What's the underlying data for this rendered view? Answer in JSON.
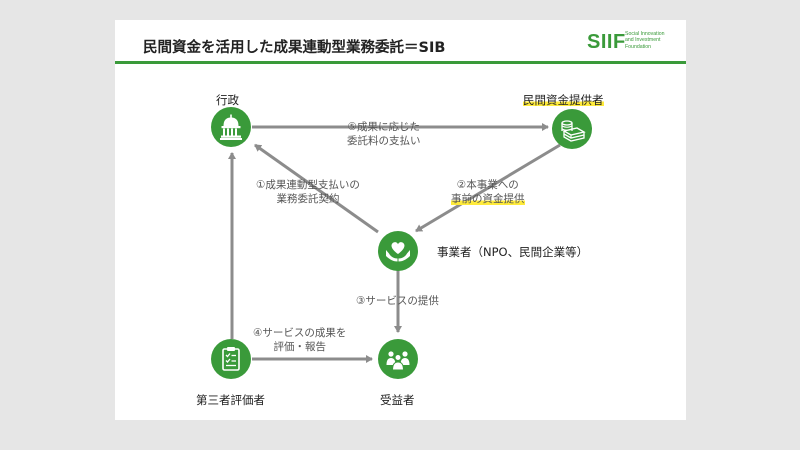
{
  "title": "民間資金を活用した成果連動型業務委託＝SIB",
  "logo": {
    "mark": "SIIF",
    "lines": [
      "Social Innovation",
      "and Investment",
      "Foundation"
    ]
  },
  "nodes": {
    "government": {
      "label": "行政",
      "icon": "government-building-icon"
    },
    "funder": {
      "label": "民間資金提供者",
      "icon": "money-stack-icon"
    },
    "operator": {
      "label": "事業者（NPO、民間企業等）",
      "icon": "heart-hands-icon"
    },
    "evaluator": {
      "label": "第三者評価者",
      "icon": "clipboard-checklist-icon"
    },
    "beneficiary": {
      "label": "受益者",
      "icon": "people-group-icon"
    }
  },
  "edges": {
    "payment": {
      "line1": "⑤成果に応じた",
      "line2": "委託料の支払い"
    },
    "contract": {
      "line1": "①成果連動型支払いの",
      "line2": "業務委託契約"
    },
    "funding": {
      "line1": "②本事業への",
      "line2": "事前の資金提供"
    },
    "service": {
      "line1": "③サービスの提供"
    },
    "evaluation": {
      "line1": "④サービスの成果を",
      "line2": "評価・報告"
    }
  },
  "colors": {
    "accent": "#3a9a3a",
    "arrow": "#8c8c8c",
    "highlight": "#ffeb3b",
    "background": "#e6e6e6"
  }
}
